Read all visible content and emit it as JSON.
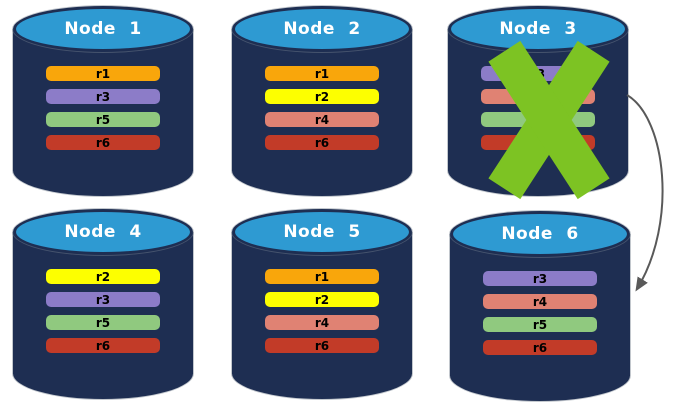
{
  "diagram": {
    "background": "#FFFFFF",
    "cylinder_body_color": "#1E2E52",
    "cylinder_top_color": "#2E9AD2",
    "title_text_color": "#FFFFFF",
    "bar_text_color": "#000000"
  },
  "nodes": [
    {
      "title": "Node 1",
      "failed": false,
      "replicas": [
        {
          "label": "r1",
          "color": "#F9A60B"
        },
        {
          "label": "r3",
          "color": "#8C7CC8"
        },
        {
          "label": "r5",
          "color": "#90C97F"
        },
        {
          "label": "r6",
          "color": "#C23B28"
        }
      ]
    },
    {
      "title": "Node 2",
      "failed": false,
      "replicas": [
        {
          "label": "r1",
          "color": "#F9A60B"
        },
        {
          "label": "r2",
          "color": "#FDFF00"
        },
        {
          "label": "r4",
          "color": "#E08273"
        },
        {
          "label": "r6",
          "color": "#C23B28"
        }
      ]
    },
    {
      "title": "Node 3",
      "failed": true,
      "replicas": [
        {
          "label": "r3",
          "color": "#8C7CC8"
        },
        {
          "label": "r4",
          "color": "#E08273"
        },
        {
          "label": "r5",
          "color": "#90C97F"
        },
        {
          "label": "r6",
          "color": "#C23B28"
        }
      ]
    },
    {
      "title": "Node 4",
      "failed": false,
      "replicas": [
        {
          "label": "r2",
          "color": "#FDFF00"
        },
        {
          "label": "r3",
          "color": "#8C7CC8"
        },
        {
          "label": "r5",
          "color": "#90C97F"
        },
        {
          "label": "r6",
          "color": "#C23B28"
        }
      ]
    },
    {
      "title": "Node 5",
      "failed": false,
      "replicas": [
        {
          "label": "r1",
          "color": "#F9A60B"
        },
        {
          "label": "r2",
          "color": "#FDFF00"
        },
        {
          "label": "r4",
          "color": "#E08273"
        },
        {
          "label": "r6",
          "color": "#C23B28"
        }
      ]
    },
    {
      "title": "Node 6",
      "failed": false,
      "replicas": [
        {
          "label": "r3",
          "color": "#8C7CC8"
        },
        {
          "label": "r4",
          "color": "#E08273"
        },
        {
          "label": "r5",
          "color": "#90C97F"
        },
        {
          "label": "r6",
          "color": "#C23B28"
        }
      ]
    }
  ],
  "failure_mark": {
    "node": "Node 3",
    "color": "#7DC323"
  },
  "arrow": {
    "from": "Node 3",
    "to": "Node 6",
    "color": "#595959"
  }
}
